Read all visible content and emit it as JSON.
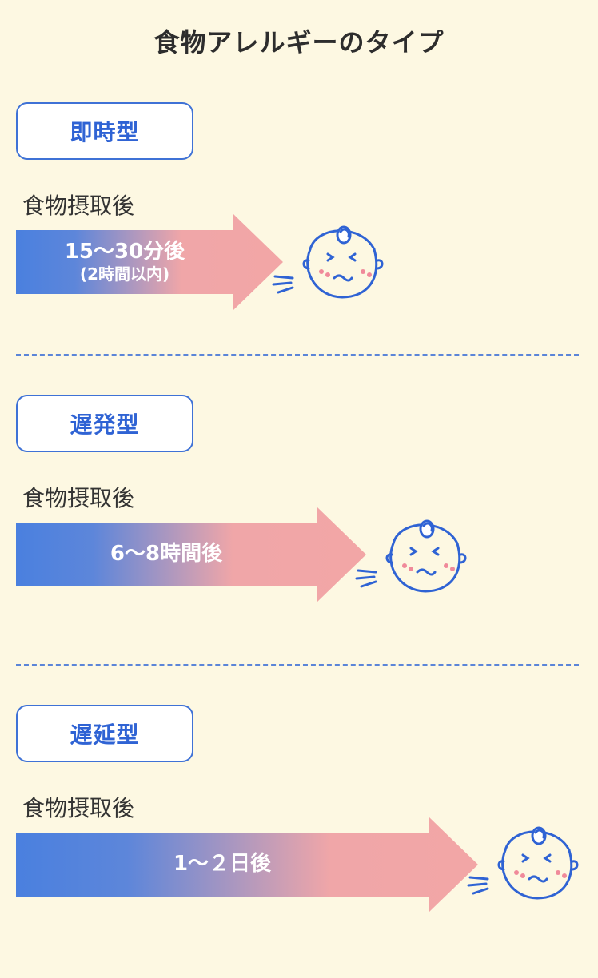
{
  "title": "食物アレルギーのタイプ",
  "colors": {
    "accent": "#3f72d6",
    "arrow_start": "#4a80df",
    "arrow_end": "#f2a6a6",
    "background": "#fdf8e2"
  },
  "sections": [
    {
      "type_label": "即時型",
      "after_label": "食物摂取後",
      "time": "15〜30分後",
      "time_note": "(2時間以内)"
    },
    {
      "type_label": "遅発型",
      "after_label": "食物摂取後",
      "time": "6〜8時間後",
      "time_note": ""
    },
    {
      "type_label": "遅延型",
      "after_label": "食物摂取後",
      "time": "1〜２日後",
      "time_note": ""
    }
  ],
  "icons": {
    "reaction": "sneezing-baby-icon"
  }
}
